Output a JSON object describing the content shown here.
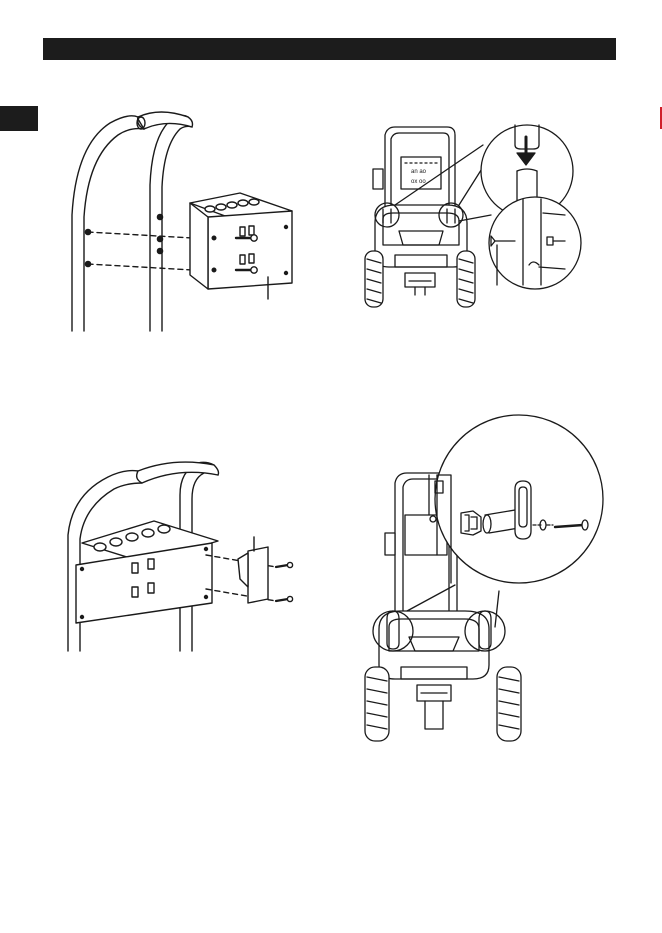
{
  "page": {
    "header_bar_color": "#1c1c1c",
    "side_tab_color": "#1c1c1c",
    "edge_mark_color": "#d01f2a"
  },
  "figures": [
    {
      "id": "figure-1",
      "icon": "handle-mount-panel-illustration"
    },
    {
      "id": "figure-2",
      "icon": "handle-lower-into-frame-illustration"
    },
    {
      "id": "figure-3",
      "icon": "gun-holder-bracket-illustration"
    },
    {
      "id": "figure-4",
      "icon": "handle-lock-knob-assembly-illustration"
    }
  ]
}
